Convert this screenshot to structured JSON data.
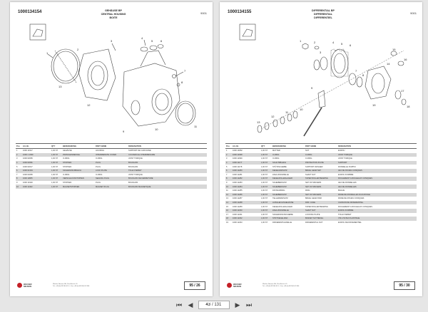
{
  "left_page": {
    "part_number": "1000134154",
    "page_id": "9001",
    "titles": [
      "GEHÄUSE BP",
      "CENTRAL HOUSING",
      "BOITE"
    ],
    "callouts": [
      "1",
      "2",
      "3",
      "4",
      "5",
      "6",
      "7",
      "8",
      "9",
      "10",
      "11",
      "12",
      "13"
    ],
    "table": {
      "headers": [
        "Pos",
        "Art.-Nr.",
        "QTY",
        "BEZEICHNUNG",
        "PART NAME",
        "DESIGNATION"
      ],
      "rows": [
        [
          "1",
          "1000 13317",
          "1,00 ST",
          "GEHÄUSE",
          "HOUSING",
          "SUPPORT DE CARCASSE"
        ],
        [
          "2",
          "1000 1 1099",
          "1,00 ST",
          "ZWISCHENDECKEL",
          "INTERMEDIATE COVER",
          "COUVERCLE INTERMEDIAIRE"
        ],
        [
          "3",
          "1000 02665",
          "1,00 ST",
          "O-RING",
          "O-RING",
          "JOINT TORIQUE"
        ],
        [
          "4",
          "1000 02681",
          "1,00 ST",
          "STOPFEN",
          "PLUG",
          "BOUCHON"
        ],
        [
          "5",
          "1000 02017",
          "1,00 ST",
          "STOPFEN",
          "PLUG",
          "BOUCHON"
        ],
        [
          "6",
          "1000 02164",
          "1,00 ST",
          "SICHERUNGSBLECH",
          "LOCK PLATE",
          "TOLE D'ARRET"
        ],
        [
          "7",
          "1000 01805",
          "1,00 ST",
          "O-RING",
          "O-RING",
          "JOINT TORIQUE"
        ],
        [
          "8",
          "1000 11865",
          "1,00 ST",
          "VERSCHLUSSSTOPFEN",
          "SEALING PLUG",
          "BOUCHON DE FERMETURE"
        ],
        [
          "9",
          "1000 13420",
          "1,00 ST",
          "STOPFEN",
          "PLUG",
          "BOUCHON"
        ],
        [
          "10",
          "1000 11462",
          "1,00 ST",
          "MAGNETSTOPFEN",
          "MAGNET PLUG",
          "BOUCHON MAGNETIQUE"
        ]
      ]
    },
    "footer": {
      "logo_text": [
        "WACKER",
        "NEUSON"
      ],
      "address": [
        "Wacker Neuson SE, Preußenstr. 41",
        "Tel. +49 (0) 89 354 02-0 · Fax +49 (0) 89 354 02-390"
      ],
      "page_label": "95 / 26"
    }
  },
  "right_page": {
    "part_number": "1000134155",
    "page_id": "9001",
    "titles": [
      "DIFFERENTIAL BP",
      "DIFFERENTIAL",
      "DIFFERENTIEL"
    ],
    "callouts": [
      "1",
      "2",
      "3",
      "4",
      "5",
      "6",
      "7",
      "8",
      "9",
      "10",
      "11",
      "12",
      "13",
      "14",
      "15",
      "16",
      "17",
      "18",
      "19"
    ],
    "table": {
      "headers": [
        "Pos",
        "Art.-Nr.",
        "QTY",
        "BEZEICHNUNG",
        "PART NAME",
        "DESIGNATION"
      ],
      "rows": [
        [
          "1",
          "1000 10052",
          "1,00 ST",
          "MUTTER",
          "NUT",
          "ECROU"
        ],
        [
          "2",
          "1000 11098",
          "1,00 ST",
          "O-RING",
          "O-RING",
          "JOINT TORIQUE"
        ],
        [
          "3",
          "1000 11099",
          "1,00 ST",
          "O-RING",
          "O-RING",
          "JOINT TORIQUE"
        ],
        [
          "4",
          "1000 11177",
          "1,00 ST",
          "SCHUTZBLECH",
          "PROTECTION PLATE",
          "SUPPORT"
        ],
        [
          "5",
          "1000 11178",
          "1,00 ST",
          "STÜTZSCHEIBE",
          "SUPPORT WASHER",
          "RONDELLE D'APPUI"
        ],
        [
          "6",
          "1000 11280",
          "1,00 ST",
          "KEGELRADSATZ",
          "BEVEL GEAR SET",
          "JEU DE ROUES CONIQUES"
        ],
        [
          "7",
          "1000 11281",
          "1,00 ST",
          "ZAHLUNGSWELLE",
          "SHAFT NUT",
          "ECROU D'ARBRE"
        ],
        [
          "8",
          "1000 11282",
          "1,00 ST",
          "KEGELROLLENLAGER",
          "TAPER ROLLER BEARING",
          "ROULEMENT A ROULEAUX CONIQUES"
        ],
        [
          "9",
          "1000 11283",
          "1,00 ST",
          "SCHEIBENSATZ",
          "SET OF SPACERS",
          "JEU DE RONDELLES"
        ],
        [
          "10",
          "1000 11284",
          "1,00 ST",
          "SCHEIBENSATZ",
          "SET OF SPACERS",
          "JEU DE RONDELLES"
        ],
        [
          "11",
          "1000 11285",
          "1,00 ST",
          "DISTANZRING",
          "RING",
          "BAGUE"
        ],
        [
          "12",
          "1000 11286",
          "1,00 ST",
          "SCHEIBENSATZ",
          "SET OF SPACERS",
          "PAIRE DE RONDELLES D'AJUSTAGE"
        ],
        [
          "13",
          "1000 11287",
          "1,00 ST",
          "TELLERRADSATZ",
          "BEVEL GEAR PAIR",
          "PAIRE DE ROUES CONIQUES"
        ],
        [
          "14",
          "1000 11288",
          "1,00 ST",
          "AUSGLEICHSGEHÄUSE",
          "DIFF. CASE",
          "CAISSON DE DIFFERENTIEL"
        ],
        [
          "15",
          "1000 11289",
          "1,00 ST",
          "KEGELROLLENLAGER",
          "TAPER ROLLER BEARING",
          "ROULEMENT A ROULEAUX CONIQUES"
        ],
        [
          "16",
          "1000 11290",
          "1,00 ST",
          "ZAHLUNGSWELLE",
          "SHAFT NUT",
          "ECROU D'ARBRE"
        ],
        [
          "17",
          "1000 11291",
          "1,00 ST",
          "SICHERUNGSSCHEIBE",
          "LOCKING PLATE",
          "TOLE D'ARRET"
        ],
        [
          "18",
          "1000 11292",
          "1,00 ST",
          "STIFTKEGELRAD",
          "BASKET NUT BEVEL",
          "VIS A TETE D'AJUSTAGE"
        ],
        [
          "19",
          "1000 11293",
          "1,00 ST",
          "DIFFERENTIALWELLE",
          "DIFFERENTIAL NUT",
          "ECROU DE DIFFERENTIEL"
        ]
      ]
    },
    "footer": {
      "logo_text": [
        "WACKER",
        "NEUSON"
      ],
      "address": [
        "Wacker Neuson SE, Preußenstr. 41",
        "Tel. +49 (0) 89 354 02-0 · Fax +49 (0) 89 354 02-390"
      ],
      "page_label": "95 / 30"
    }
  },
  "toolbar": {
    "current_page": "43",
    "total_pages": "/ 131"
  }
}
